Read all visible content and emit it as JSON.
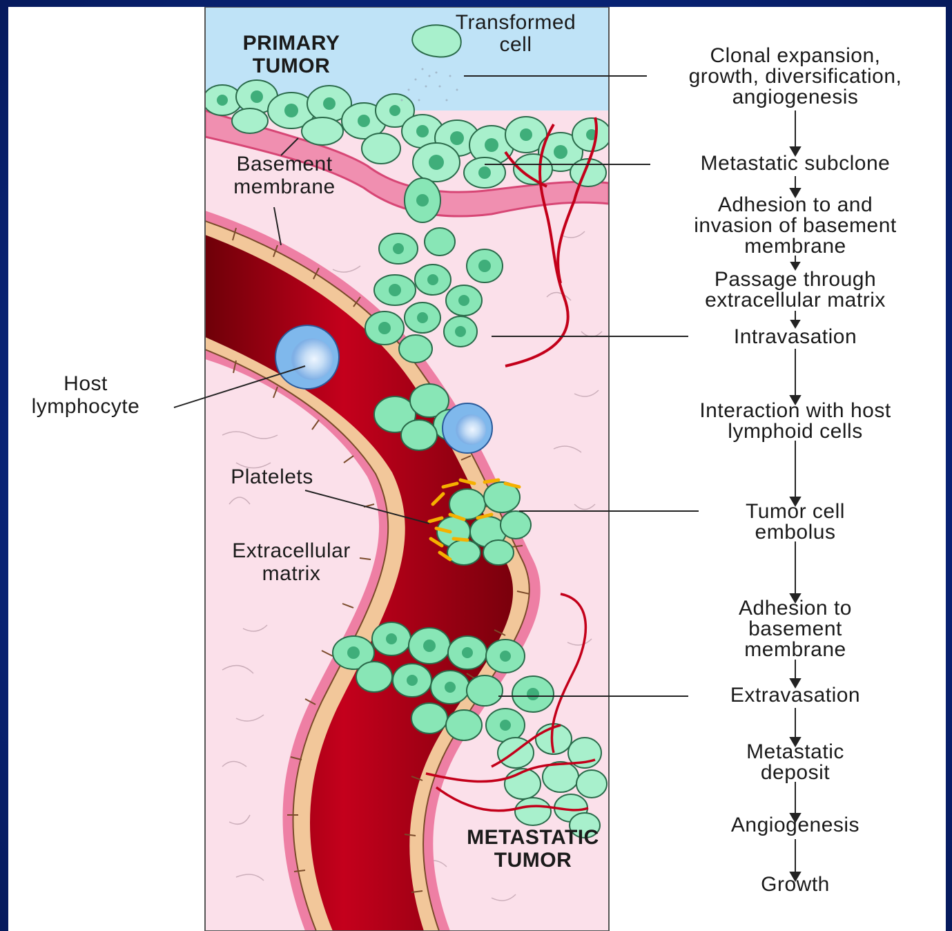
{
  "labels": {
    "primary_tumor": [
      "PRIMARY",
      "TUMOR"
    ],
    "transformed_cell": [
      "Transformed",
      "cell"
    ],
    "basement_membrane": [
      "Basement",
      "membrane"
    ],
    "host_lymphocyte": [
      "Host",
      "lymphocyte"
    ],
    "platelets": "Platelets",
    "extracellular_matrix": [
      "Extracellular",
      "matrix"
    ],
    "metastatic_tumor": [
      "METASTATIC",
      "TUMOR"
    ]
  },
  "steps": [
    {
      "lines": [
        "Clonal expansion,",
        "growth, diversification,",
        "angiogenesis"
      ]
    },
    {
      "lines": [
        "Metastatic subclone"
      ]
    },
    {
      "lines": [
        "Adhesion to and",
        "invasion of basement",
        "membrane"
      ]
    },
    {
      "lines": [
        "Passage through",
        "extracellular matrix"
      ]
    },
    {
      "lines": [
        "Intravasation"
      ]
    },
    {
      "lines": [
        "Interaction with host",
        "lymphoid cells"
      ]
    },
    {
      "lines": [
        "Tumor cell",
        "embolus"
      ]
    },
    {
      "lines": [
        "Adhesion to",
        "basement",
        "membrane"
      ]
    },
    {
      "lines": [
        "Extravasation"
      ]
    },
    {
      "lines": [
        "Metastatic",
        "deposit"
      ]
    },
    {
      "lines": [
        "Angiogenesis"
      ]
    },
    {
      "lines": [
        "Growth"
      ]
    }
  ],
  "colors": {
    "background": "#0a2a8a",
    "panel": "#ffffff",
    "lumen_top": "#bfe3f7",
    "stroma": "#fbe0ea",
    "basement_membrane": "#e2557f",
    "vessel_blood": "#b3000f",
    "endothelium": "#f2c79a",
    "tumor_cell": "#88e6b6",
    "lymphocyte": "#7fb8ec",
    "platelet": "#f5b000",
    "capillary": "#c3001a"
  }
}
